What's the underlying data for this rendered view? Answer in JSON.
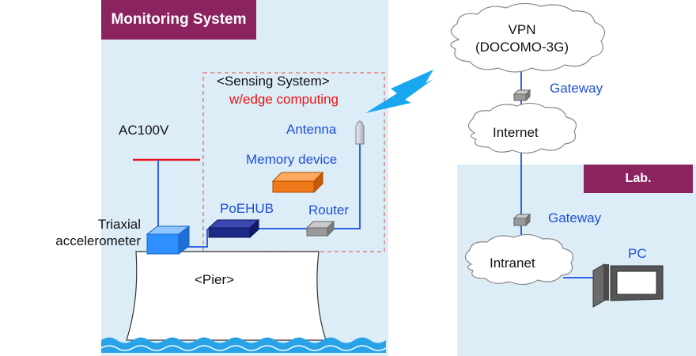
{
  "monitoring_system": {
    "title": "Monitoring System",
    "sensing_system_title": "<Sensing System>",
    "edge_label": "w/edge computing",
    "antenna_label": "Antenna",
    "memory_label": "Memory device",
    "poehub_label": "PoEHUB",
    "router_label": "Router",
    "power_label": "AC100V",
    "accelerometer_label_line1": "Triaxial",
    "accelerometer_label_line2": "accelerometer",
    "pier_label": "<Pier>"
  },
  "network": {
    "vpn_label_line1": "VPN",
    "vpn_label_line2": "(DOCOMO-3G)",
    "gateway_top_label": "Gateway",
    "internet_label": "Internet",
    "gateway_lab_label": "Gateway",
    "intranet_label": "Intranet",
    "pc_label": "PC"
  },
  "lab": {
    "title": "Lab."
  },
  "colors": {
    "panel_background": "#dcedf7",
    "title_tag": "#8b2360",
    "label_blue": "#1f4fd6",
    "edge_red": "#ee1111",
    "cable_blue": "#2f62e6",
    "power_red": "#e8101a",
    "dashed_border": "#e08080",
    "memory_orange": "#f07a1a",
    "poehub_navy": "#1c2a86",
    "accelerometer_blue": "#2e8fff",
    "router_gray": "#9a9a9a",
    "signal_blue": "#19a8f0",
    "water_blue": "#29a3e8"
  }
}
